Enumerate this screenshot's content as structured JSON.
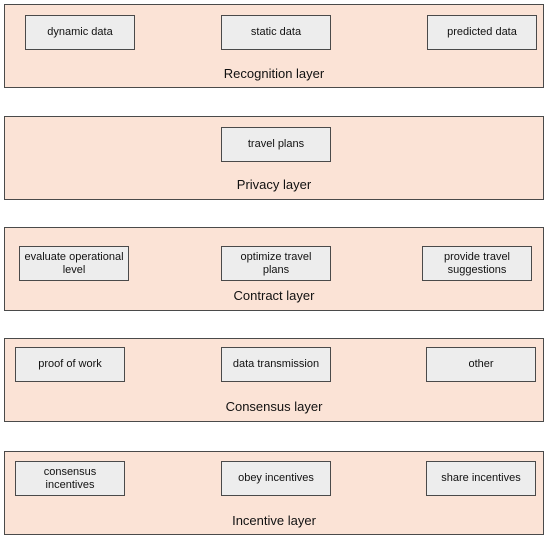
{
  "layers": [
    {
      "title": "Recognition layer",
      "boxes": [
        "dynamic data",
        "static data",
        "predicted data"
      ]
    },
    {
      "title": "Privacy layer",
      "boxes": [
        "travel plans"
      ]
    },
    {
      "title": "Contract layer",
      "boxes": [
        "evaluate operational level",
        "optimize travel plans",
        "provide travel suggestions"
      ]
    },
    {
      "title": "Consensus layer",
      "boxes": [
        "proof of work",
        "data transmission",
        "other"
      ]
    },
    {
      "title": "Incentive layer",
      "boxes": [
        "consensus incentives",
        "obey incentives",
        "share incentives"
      ]
    }
  ],
  "colors": {
    "layer_fill": "#fbe3d6",
    "box_fill": "#ededed",
    "border": "#4a4a4a"
  }
}
